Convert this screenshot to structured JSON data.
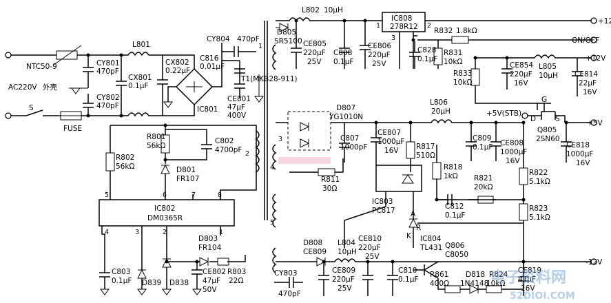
{
  "inputs": {
    "ntc": "NTC50-9",
    "ac": "AC220V",
    "shell": "外壳",
    "switch": "S",
    "fuse": "FUSE"
  },
  "outputs": {
    "p12a": "+12V",
    "onoff": "ON/OFF",
    "p12b": "+12V",
    "p5": "+5V",
    "m12": "-12V",
    "stb": "+5V(STB)"
  },
  "parts": {
    "cy801": [
      "CY801",
      "470pF"
    ],
    "cy802": [
      "CY802",
      "470pF"
    ],
    "cx801": [
      "CX801",
      "0.1μF"
    ],
    "l801": [
      "L801"
    ],
    "cx802": [
      "CX802",
      "0.22μF"
    ],
    "ic801": [
      "IC801"
    ],
    "c816": [
      "C816",
      "0.01μF"
    ],
    "cy804": [
      "CY804",
      "470pF"
    ],
    "ce801": [
      "CE801",
      "47μF",
      "400V"
    ],
    "t1": [
      "T1(MKB28-911)"
    ],
    "r801": [
      "R801",
      "56kΩ"
    ],
    "c802": [
      "C802",
      "4700pF"
    ],
    "r802": [
      "R802",
      "56kΩ"
    ],
    "d801": [
      "D801",
      "FR107"
    ],
    "ic802": [
      "IC802",
      "DM0365R"
    ],
    "d803": [
      "D803",
      "FR104"
    ],
    "c803": [
      "C803",
      "0.1μF"
    ],
    "d839": [
      "D839"
    ],
    "d838": [
      "D838"
    ],
    "ce802": [
      "CE802",
      "47μF",
      "50V"
    ],
    "r803": [
      "R803",
      "22Ω"
    ],
    "cy803": [
      "CY803",
      "470pF"
    ],
    "d805": [
      "D805",
      "SR5100"
    ],
    "l802": [
      "L802",
      "10μH"
    ],
    "ce805": [
      "CE805",
      "220μF",
      "25V"
    ],
    "c808": [
      "C808",
      "0.1μF"
    ],
    "ce806": [
      "CE806",
      "220μF",
      "25V"
    ],
    "ic808": [
      "IC808",
      "278R12"
    ],
    "c828": [
      "C828",
      "0.1μF"
    ],
    "r831": [
      "R831",
      "10kΩ"
    ],
    "r832": [
      "R832",
      "1.8kΩ"
    ],
    "r833": [
      "R833",
      "10kΩ"
    ],
    "ce854": [
      "CE854",
      "220μF",
      "16V"
    ],
    "l805": [
      "L805",
      "10μH"
    ],
    "ce814": [
      "CE814",
      "22μF",
      "16V"
    ],
    "d807": [
      "D807",
      "YG1010N"
    ],
    "c807": [
      "C807",
      "1000pF"
    ],
    "ce807": [
      "CE807",
      "1000μF",
      "16V"
    ],
    "r811": [
      "R811",
      "30Ω"
    ],
    "r817": [
      "R817",
      "510Ω"
    ],
    "r818": [
      "R818",
      "1kΩ"
    ],
    "l806": [
      "L806",
      "20μH"
    ],
    "c809": [
      "C809",
      "0.1μF"
    ],
    "ce808": [
      "CE808",
      "1000μF",
      "16V"
    ],
    "q805": [
      "Q805",
      "2SN60"
    ],
    "ce818": [
      "CE818",
      "1000μF",
      "16V"
    ],
    "r822": [
      "R822",
      "5.1kΩ"
    ],
    "r823": [
      "R823",
      "5.1kΩ"
    ],
    "r821": [
      "R821",
      "20kΩ"
    ],
    "c812": [
      "C812",
      "0.1μF"
    ],
    "ic803": [
      "IC803",
      "PC817"
    ],
    "ic804": [
      "IC804",
      "TL431"
    ],
    "d808": [
      "D808",
      "CE809"
    ],
    "l804": [
      "L804",
      "10μH"
    ],
    "ce810": [
      "CE810",
      "220μF",
      "25V"
    ],
    "ce809": [
      "CE809",
      "220μF",
      "25V"
    ],
    "c810": [
      "C810",
      "0.1μF"
    ],
    "q806": [
      "Q806",
      "C8050"
    ],
    "r861": [
      "R861",
      "400Ω"
    ],
    "d818": [
      "D818",
      "1N4148"
    ],
    "r824": [
      "R824",
      "10kΩ"
    ],
    "ce819": [
      "CE819",
      "47μF",
      "16V"
    ]
  },
  "pins": {
    "ic802": [
      "5",
      "6",
      "7",
      "8",
      "4",
      "3",
      "2",
      "1"
    ],
    "ic808": [
      "1",
      "3",
      "2"
    ],
    "q805": [
      "G",
      "D",
      "S"
    ],
    "tl431": [
      "A",
      "R",
      "K"
    ],
    "t1": [
      "1",
      "2",
      "3",
      "4",
      "5"
    ]
  },
  "watermark": {
    "text": "电子资料网",
    "url": "52DIOI.COM"
  }
}
